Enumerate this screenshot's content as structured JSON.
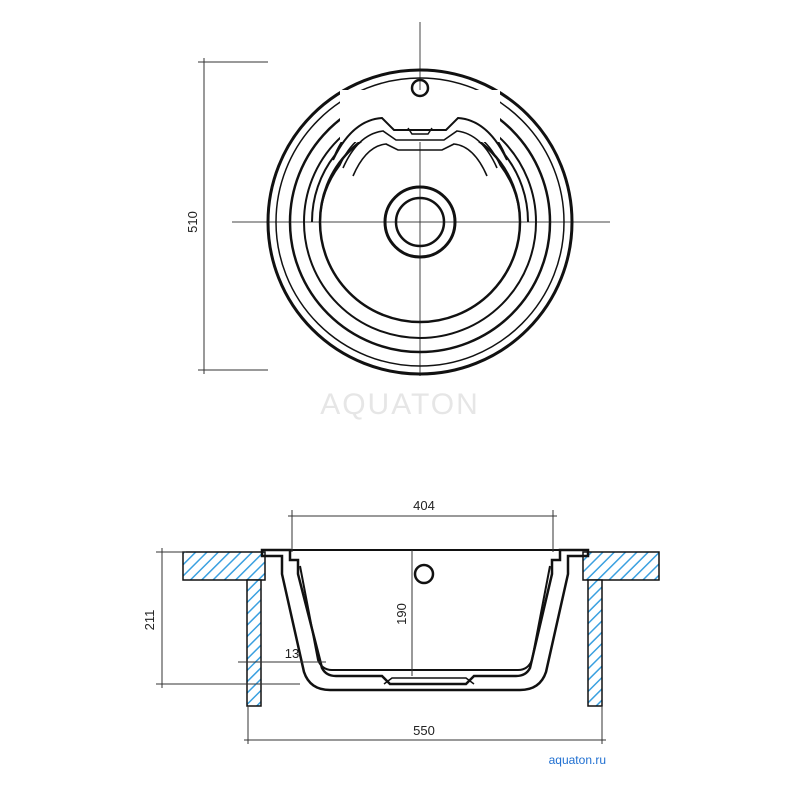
{
  "dimensions": {
    "top_height": "510",
    "width_inner": "404",
    "depth_bowl": "190",
    "height_total": "211",
    "rim_thickness": "13",
    "width_total": "550"
  },
  "watermark": "AQUATON",
  "website": "aquaton.ru",
  "colors": {
    "line": "#111111",
    "dim_line": "#333333",
    "hatch": "#3aa0e0",
    "link": "#1f6fd1"
  }
}
